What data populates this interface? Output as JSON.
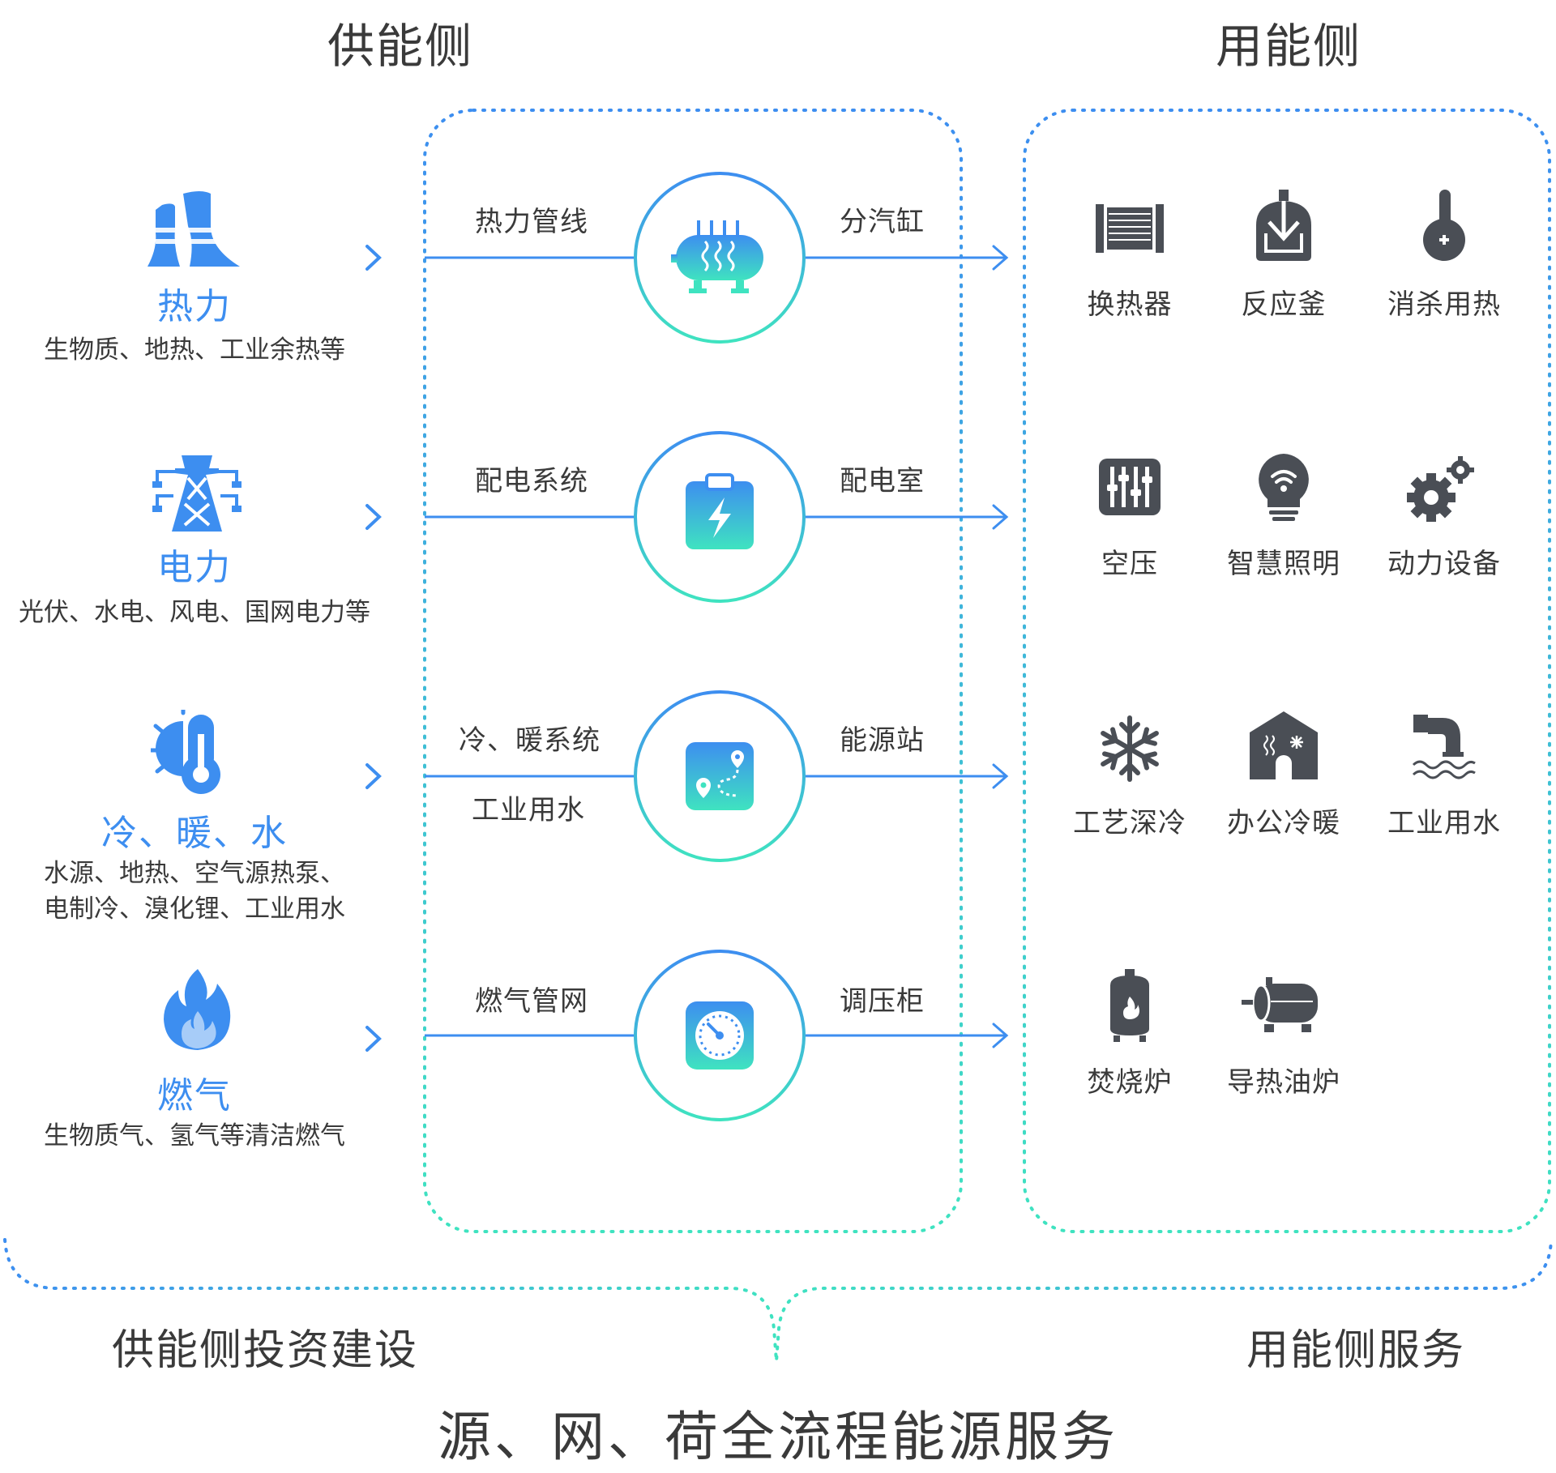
{
  "headers": {
    "supply": "供能侧",
    "demand": "用能侧"
  },
  "colors": {
    "blue": "#3d8ef0",
    "teal": "#3fe3c0",
    "dark": "#3a3a3a",
    "icon_gray": "#4a4e55"
  },
  "sources": [
    {
      "title": "热力",
      "desc": [
        "生物质、地热、工业余热等"
      ],
      "icon": "cooling-tower-icon"
    },
    {
      "title": "电力",
      "desc": [
        "光伏、水电、风电、国网电力等"
      ],
      "icon": "power-tower-icon"
    },
    {
      "title": "冷、暖、水",
      "desc": [
        "水源、地热、空气源热泵、",
        "电制冷、溴化锂、工业用水"
      ],
      "icon": "thermometer-sun-icon"
    },
    {
      "title": "燃气",
      "desc": [
        "生物质气、氢气等清洁燃气"
      ],
      "icon": "flame-icon"
    }
  ],
  "flows": [
    {
      "left": [
        "热力管线"
      ],
      "right": "分汽缸",
      "icon": "steam-tank-icon"
    },
    {
      "left": [
        "配电系统"
      ],
      "right": "配电室",
      "icon": "electric-battery-icon"
    },
    {
      "left": [
        "冷、暖系统",
        "工业用水"
      ],
      "right": "能源站",
      "icon": "route-map-icon"
    },
    {
      "left": [
        "燃气管网"
      ],
      "right": "调压柜",
      "icon": "pressure-gauge-icon"
    }
  ],
  "consumers": [
    [
      {
        "label": "换热器",
        "icon": "heat-exchanger-icon"
      },
      {
        "label": "反应釜",
        "icon": "reactor-icon"
      },
      {
        "label": "消杀用热",
        "icon": "thermometer-plus-icon"
      }
    ],
    [
      {
        "label": "空压",
        "icon": "slider-control-icon"
      },
      {
        "label": "智慧照明",
        "icon": "smart-bulb-icon"
      },
      {
        "label": "动力设备",
        "icon": "gears-icon"
      }
    ],
    [
      {
        "label": "工艺深冷",
        "icon": "snowflake-icon"
      },
      {
        "label": "办公冷暖",
        "icon": "house-climate-icon"
      },
      {
        "label": "工业用水",
        "icon": "water-pipe-icon"
      }
    ],
    [
      {
        "label": "焚烧炉",
        "icon": "incinerator-icon"
      },
      {
        "label": "导热油炉",
        "icon": "oil-boiler-icon"
      }
    ]
  ],
  "footer": {
    "left": "供能侧投资建设",
    "right": "用能侧服务",
    "title": "源、网、荷全流程能源服务"
  }
}
